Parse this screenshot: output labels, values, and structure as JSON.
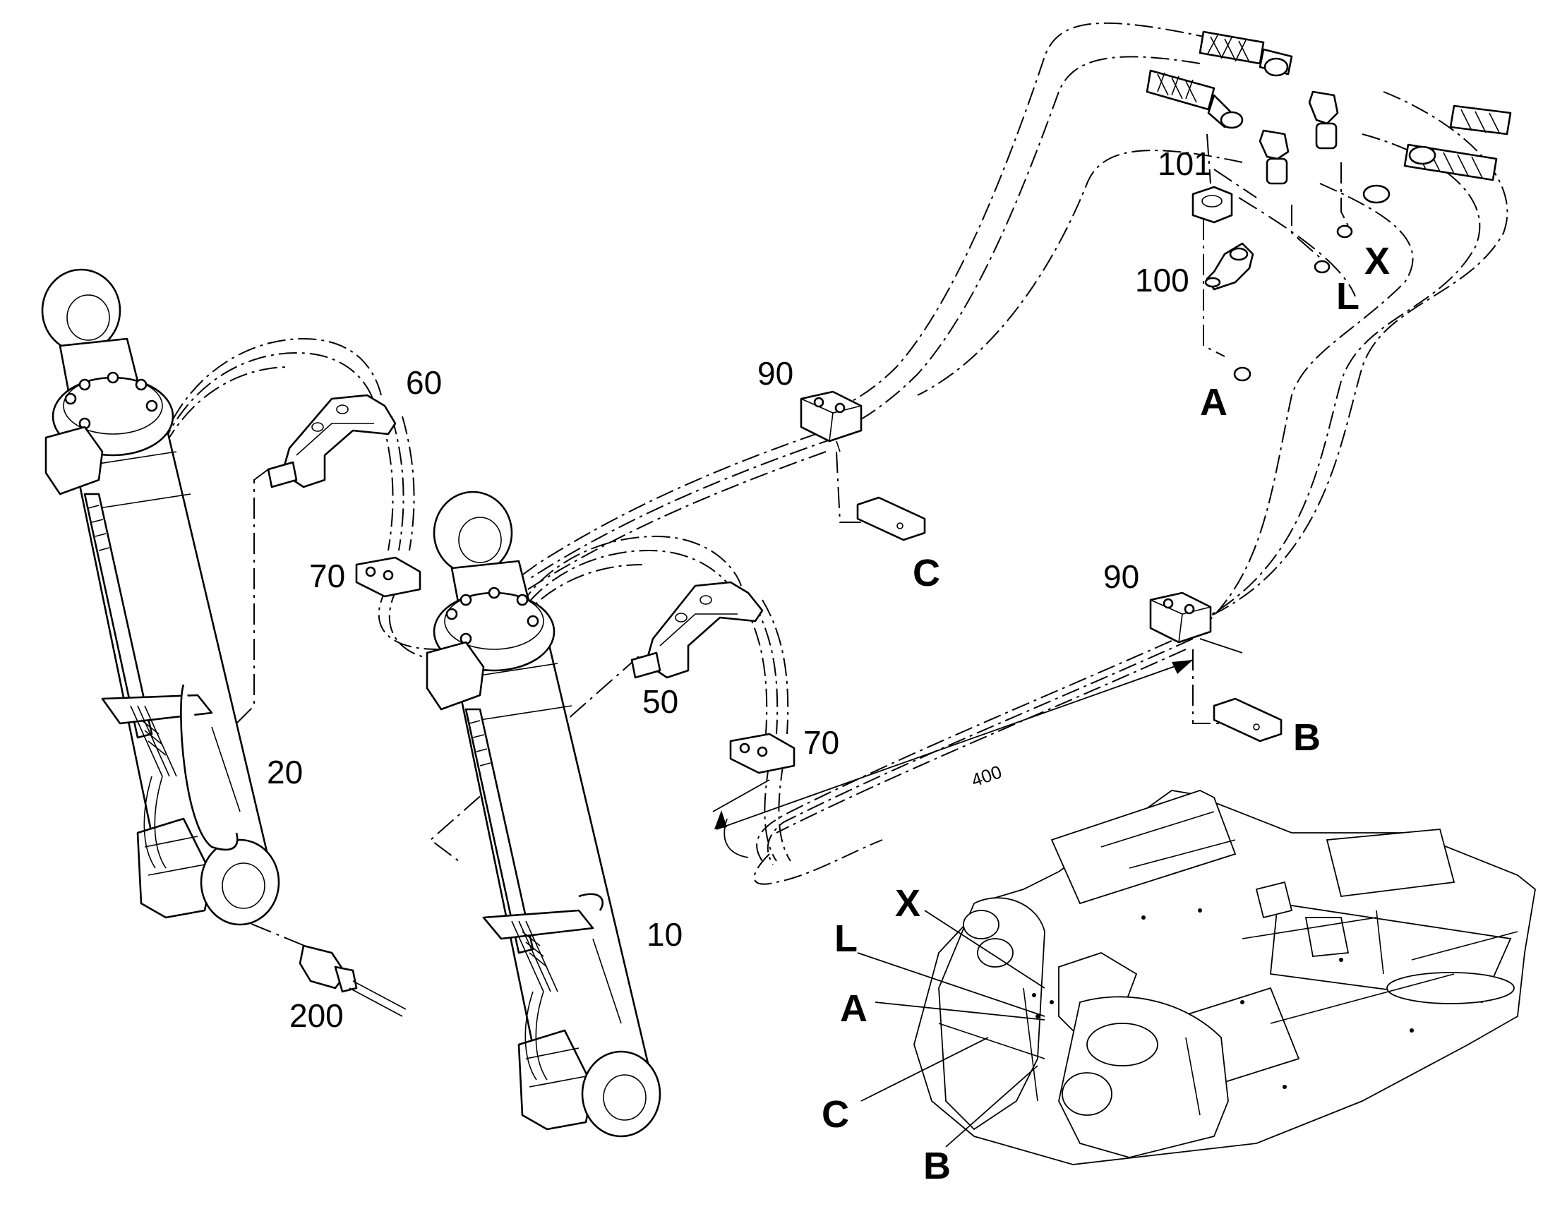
{
  "callouts": {
    "c10": "10",
    "c20": "20",
    "c50": "50",
    "c60": "60",
    "c70a": "70",
    "c70b": "70",
    "c90a": "90",
    "c90b": "90",
    "c100": "100",
    "c101": "101",
    "c200": "200"
  },
  "detail_letters": {
    "A": "A",
    "B": "B",
    "C": "C",
    "L": "L",
    "X": "X"
  },
  "frame_letters": {
    "X": "X",
    "L": "L",
    "A": "A",
    "C": "C",
    "B": "B"
  },
  "dimension": "400"
}
